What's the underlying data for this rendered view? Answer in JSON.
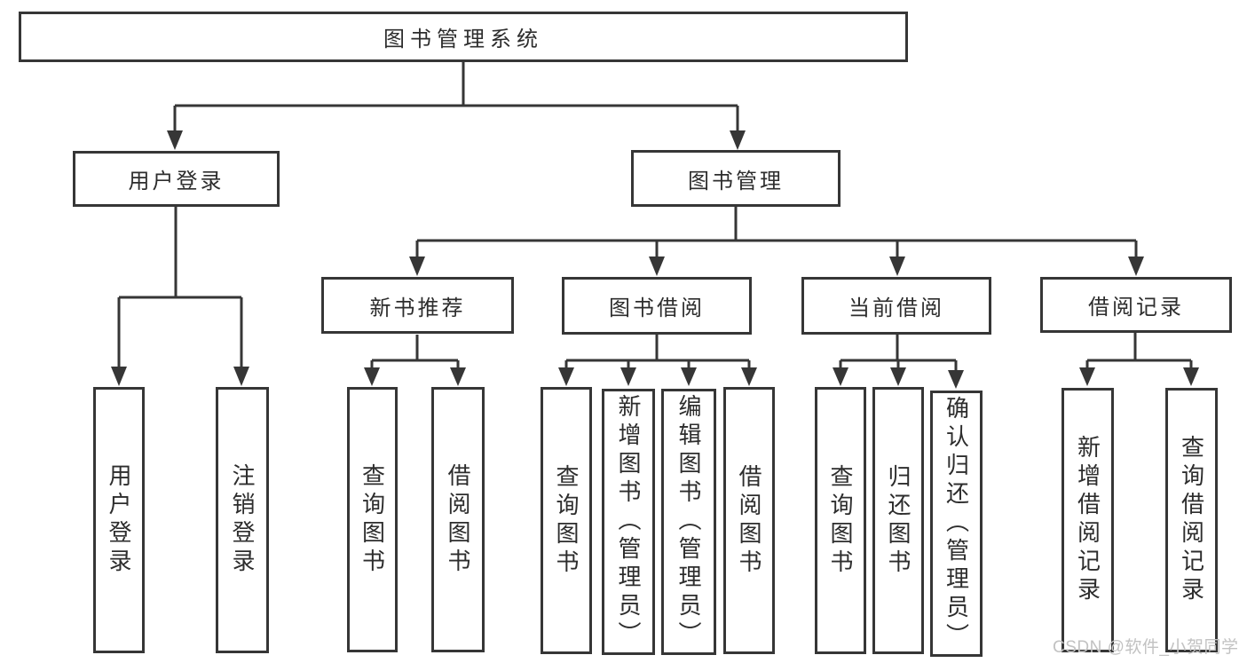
{
  "nodes": {
    "root": "图书管理系统",
    "user_login": "用户登录",
    "book_mgmt": "图书管理",
    "login": "用户登录",
    "logout": "注销登录",
    "new_book": "新书推荐",
    "book_borrow": "图书借阅",
    "current_borrow": "当前借阅",
    "borrow_record": "借阅记录",
    "nb_query": "查询图书",
    "nb_borrow": "借阅图书",
    "bb_query": "查询图书",
    "bb_add": "新增图书（管理员）",
    "bb_edit": "编辑图书（管理员）",
    "bb_borrow": "借阅图书",
    "cb_query": "查询图书",
    "cb_return": "归还图书",
    "cb_confirm": "确认归还（管理员）",
    "br_add": "新增借阅记录",
    "br_query": "查询借阅记录"
  },
  "watermark": "CSDN @软件_小贺同学",
  "colors": {
    "line": "#363636",
    "text": "#2d2d2d",
    "watermark": "#c2c2c2",
    "background": "#ffffff"
  }
}
